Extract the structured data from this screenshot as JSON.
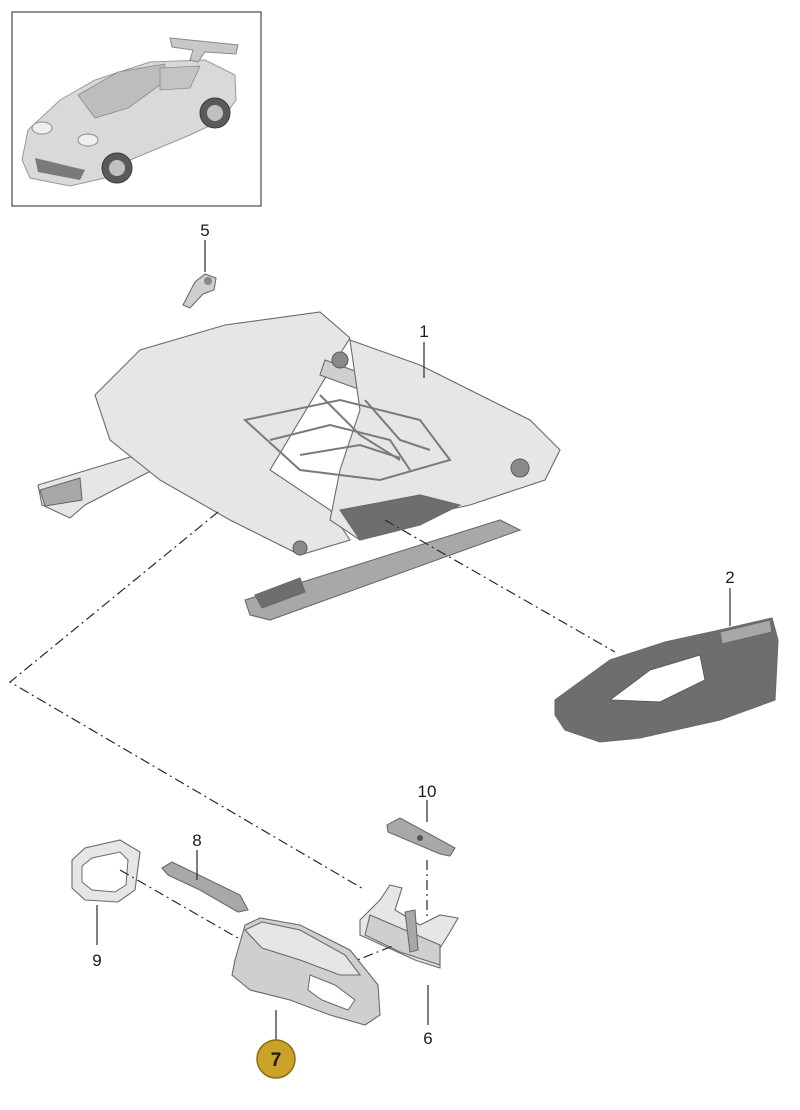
{
  "colors": {
    "selected_callout_fill": "#c9a227",
    "selected_callout_stroke": "#8a6d12",
    "part_light": "#e6e6e6",
    "part_dark": "#6e6e6e"
  },
  "icons": {
    "vehicle_thumbnail": "sports-car-thumbnail",
    "selected_marker": "circle-callout"
  },
  "callouts": {
    "c1": "1",
    "c2": "2",
    "c5": "5",
    "c6": "6",
    "c7": "7",
    "c8": "8",
    "c9": "9",
    "c10": "10"
  },
  "selected_part": "7"
}
